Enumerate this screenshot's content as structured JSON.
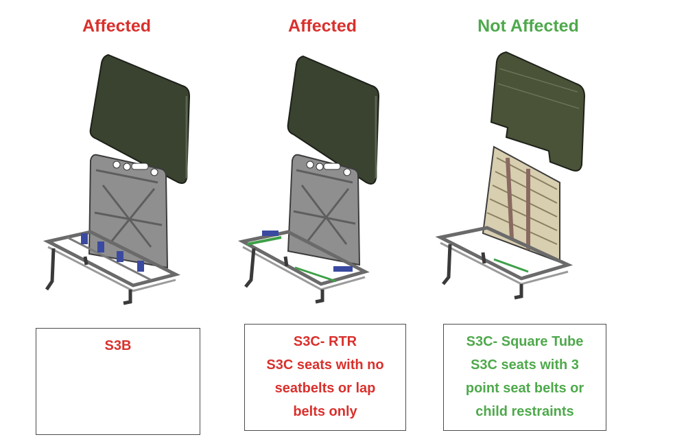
{
  "colors": {
    "affected": "#d9302c",
    "not_affected": "#4ea94b"
  },
  "columns": [
    {
      "status": "Affected",
      "status_color": "#d9302c",
      "card_lines": [
        "S3B"
      ]
    },
    {
      "status": "Affected",
      "status_color": "#d9302c",
      "card_lines": [
        "S3C- RTR",
        "S3C seats with no",
        "seatbelts or lap",
        "belts only"
      ]
    },
    {
      "status": "Not Affected",
      "status_color": "#4ea94b",
      "card_lines": [
        "S3C- Square Tube",
        "S3C seats with 3",
        "point seat belts or",
        "child restraints"
      ]
    }
  ]
}
